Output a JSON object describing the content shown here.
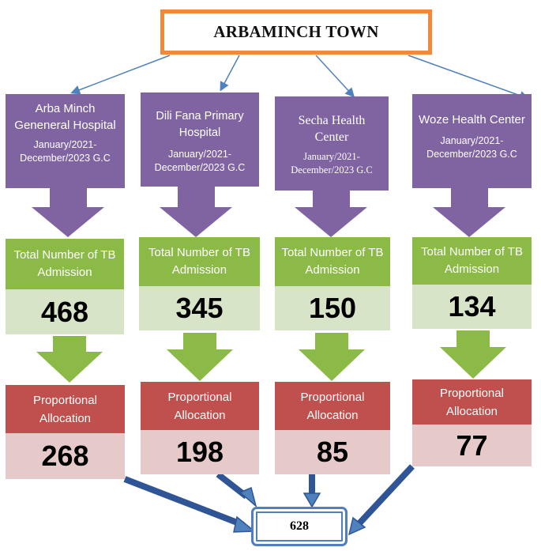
{
  "title": "ARBAMINCH TOWN",
  "colors": {
    "title_border": "#f08a3a",
    "facility": "#8064a2",
    "admission_label": "#8cba47",
    "admission_value": "#d8e4c8",
    "allocation_label": "#c0504d",
    "allocation_value": "#e6c9c9",
    "connector": "#4f81bd"
  },
  "facilities": [
    {
      "name": "Arba Minch Geneneral Hospital",
      "period": "January/2021-December/2023 G.C",
      "admission_label": "Total Number of TB Admission",
      "admissions": "468",
      "allocation_label": "Proportional Allocation",
      "allocation": "268"
    },
    {
      "name": "Dili Fana Primary Hospital",
      "period": "January/2021-December/2023 G.C",
      "admission_label": "Total Number of TB Admission",
      "admissions": "345",
      "allocation_label": "Proportional Allocation",
      "allocation": "198"
    },
    {
      "name": "Secha Health Center",
      "period": "January/2021-December/2023 G.C",
      "admission_label": "Total Number of TB Admission",
      "admissions": "150",
      "allocation_label": "Proportional Allocation",
      "allocation": "85"
    },
    {
      "name": "Woze Health Center",
      "period": "January/2021-December/2023 G.C",
      "admission_label": "Total Number of TB Admission",
      "admissions": "134",
      "allocation_label": "Proportional Allocation",
      "allocation": "77"
    }
  ],
  "total": "628"
}
